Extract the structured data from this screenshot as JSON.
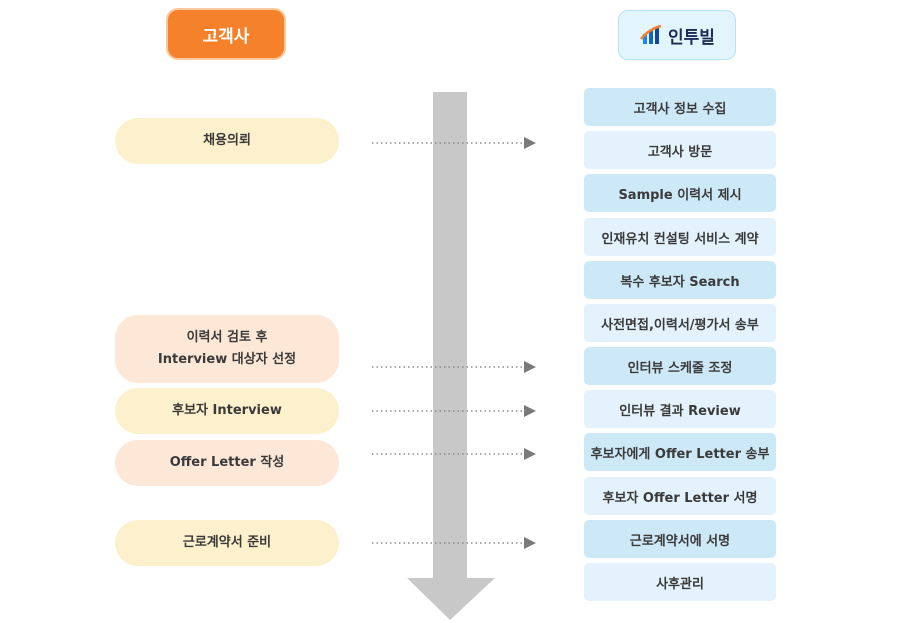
{
  "headers": {
    "client": "고객사",
    "company": "인투빌"
  },
  "client_steps": [
    {
      "lines": [
        "채용의뢰"
      ]
    },
    {
      "lines": [
        "이력서 검토 후",
        "Interview 대상자 선정"
      ]
    },
    {
      "lines": [
        "후보자 Interview"
      ]
    },
    {
      "lines": [
        "Offer Letter 작성"
      ]
    },
    {
      "lines": [
        "근로계약서 준비"
      ]
    }
  ],
  "company_steps": [
    "고객사 정보 수집",
    "고객사 방문",
    "Sample 이력서 제시",
    "인재유치 컨설팅 서비스 계약",
    "복수 후보자 Search",
    "사전면접,이력서/평가서 송부",
    "인터뷰 스케줄 조정",
    "인터뷰 결과 Review",
    "후보자에게 Offer Letter 송부",
    "후보자 Offer Letter 서명",
    "근로계약서에 서명",
    "사후관리"
  ],
  "colors": {
    "client_header": "#f5822a",
    "client_pill_yellow": "#fdf0cc",
    "client_pill_peach": "#fde7d6",
    "step_dark": "#cde9f8",
    "step_light": "#e3f2fc",
    "flow_arrow": "#c8c8c8",
    "connector": "#7a7a7a"
  }
}
